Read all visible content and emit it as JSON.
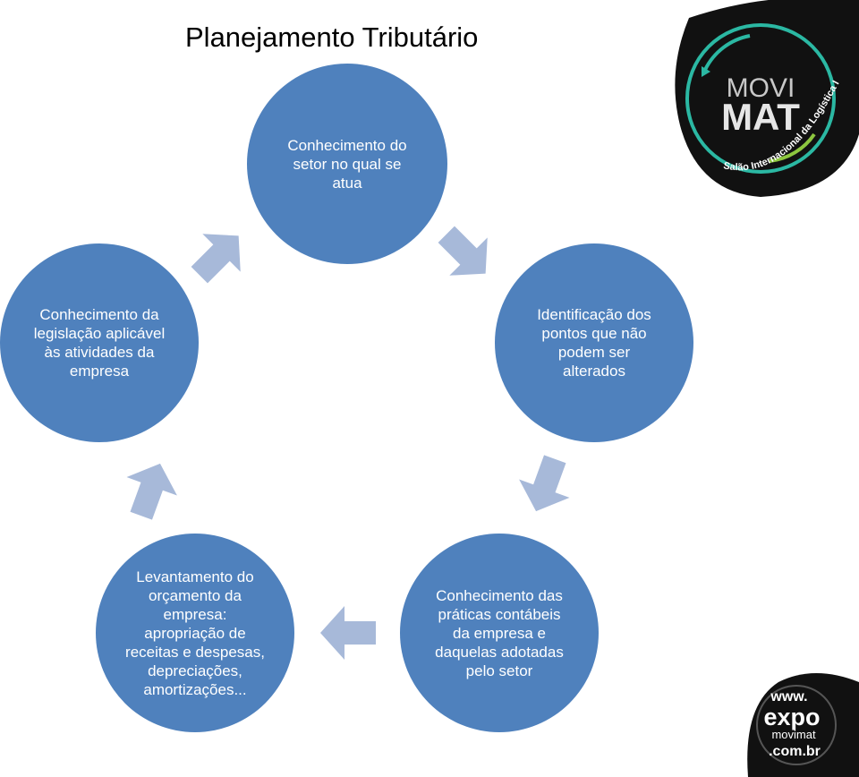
{
  "title": "Planejamento Tributário",
  "cycle": [
    {
      "text": "Conhecimento do\nsetor no qual se\natua"
    },
    {
      "text": "Identificação dos\npontos que não\npodem ser\nalterados"
    },
    {
      "text": "Conhecimento das\npráticas contábeis\nda empresa e\ndaquelas adotadas\npelo setor"
    },
    {
      "text": "Levantamento do\norçamento da\nempresa:\napropriação de\nreceitas e despesas,\ndepreciações,\namortizações..."
    },
    {
      "text": "Conhecimento da\nlegislação aplicável\nàs atividades da\nempresa"
    }
  ],
  "logo_top": {
    "line1": "MOVI",
    "line2": "MAT",
    "tagline": "Salão Internacional da Logística Integrada"
  },
  "logo_bottom": {
    "line1": "www.",
    "line2": "expo",
    "line3": "movimat",
    "line4": ".com.br"
  },
  "colors": {
    "node": "#4f81bd",
    "arrow": "#a7b9d9",
    "accent": "#2bb8a3"
  }
}
